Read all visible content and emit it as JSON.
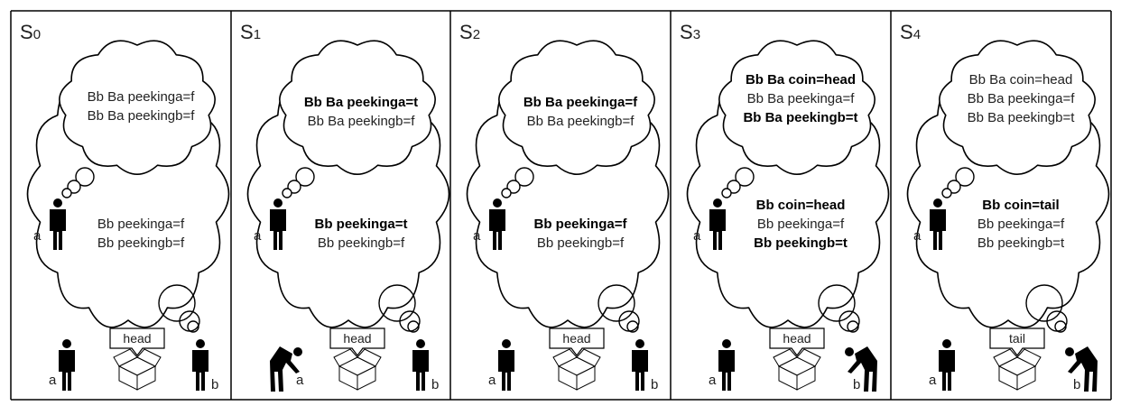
{
  "panels": [
    {
      "state_label": "S",
      "state_sub": "0",
      "b_belief": [
        "Bb Ba peekinga=f",
        "Bb Ba peekingb=f"
      ],
      "b_belief_bold": [
        false,
        false
      ],
      "a_belief": [
        "Bb peekinga=f",
        "Bb peekingb=f"
      ],
      "a_belief_bold": [
        false,
        false
      ],
      "box_label": "head",
      "agent_a_label": "a",
      "agent_b_label": "b",
      "agent_a_pose": "standing",
      "agent_b_pose": "standing"
    },
    {
      "state_label": "S",
      "state_sub": "1",
      "b_belief": [
        "Bb Ba peekinga=t",
        "Bb Ba peekingb=f"
      ],
      "b_belief_bold": [
        true,
        false
      ],
      "a_belief": [
        "Bb peekinga=t",
        "Bb peekingb=f"
      ],
      "a_belief_bold": [
        true,
        false
      ],
      "box_label": "head",
      "agent_a_label": "a",
      "agent_b_label": "b",
      "agent_a_pose": "peeking",
      "agent_b_pose": "standing"
    },
    {
      "state_label": "S",
      "state_sub": "2",
      "b_belief": [
        "Bb Ba peekinga=f",
        "Bb Ba peekingb=f"
      ],
      "b_belief_bold": [
        true,
        false
      ],
      "a_belief": [
        "Bb peekinga=f",
        "Bb peekingb=f"
      ],
      "a_belief_bold": [
        true,
        false
      ],
      "box_label": "head",
      "agent_a_label": "a",
      "agent_b_label": "b",
      "agent_a_pose": "standing",
      "agent_b_pose": "standing"
    },
    {
      "state_label": "S",
      "state_sub": "3",
      "b_belief": [
        "Bb Ba coin=head",
        "Bb Ba peekinga=f",
        "Bb Ba peekingb=t"
      ],
      "b_belief_bold": [
        true,
        false,
        true
      ],
      "a_belief": [
        "Bb coin=head",
        "Bb peekinga=f",
        "Bb peekingb=t"
      ],
      "a_belief_bold": [
        true,
        false,
        true
      ],
      "box_label": "head",
      "agent_a_label": "a",
      "agent_b_label": "b",
      "agent_a_pose": "standing",
      "agent_b_pose": "peeking"
    },
    {
      "state_label": "S",
      "state_sub": "4",
      "b_belief": [
        "Bb Ba coin=head",
        "Bb Ba peekinga=f",
        "Bb Ba peekingb=t"
      ],
      "b_belief_bold": [
        false,
        false,
        false
      ],
      "a_belief": [
        "Bb coin=tail",
        "Bb peekinga=f",
        "Bb peekingb=t"
      ],
      "a_belief_bold": [
        true,
        false,
        false
      ],
      "box_label": "tail",
      "agent_a_label": "a",
      "agent_b_label": "b",
      "agent_a_pose": "standing",
      "agent_b_pose": "peeking"
    }
  ]
}
